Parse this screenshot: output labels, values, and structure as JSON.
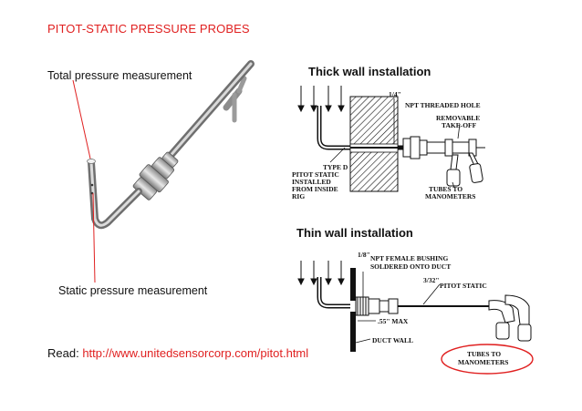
{
  "title": "PITOT-STATIC PRESSURE PROBES",
  "labels": {
    "total": "Total pressure measurement",
    "static": "Static pressure measurement",
    "thick_heading": "Thick wall installation",
    "thin_heading": "Thin wall installation"
  },
  "read": {
    "prefix": "Read: ",
    "link": "http://www.unitedsensorcorp.com/pitot.html"
  },
  "thick_diagram": {
    "npt_hole": "NPT THREADED HOLE",
    "npt_fraction": "1/4\"",
    "removable_1": "REMOVABLE",
    "removable_2": "TAKE-OFF",
    "type_d_1": "TYPE D",
    "type_d_2": "PITOT STATIC",
    "type_d_3": "INSTALLED",
    "type_d_4": "FROM INSIDE",
    "type_d_5": "RIG",
    "tubes_1": "TUBES TO",
    "tubes_2": "MANOMETERS"
  },
  "thin_diagram": {
    "npt_fraction": "1/8\"",
    "bushing_1": "NPT FEMALE BUSHING",
    "bushing_2": "SOLDERED ONTO DUCT",
    "pitot_fraction": "3/32\"",
    "pitot_static": "PITOT STATIC",
    "max": ".55\" MAX",
    "duct_wall": "DUCT WALL",
    "tubes_1": "TUBES TO",
    "tubes_2": "MANOMETERS"
  },
  "colors": {
    "accent": "#e02020",
    "text": "#111111"
  }
}
